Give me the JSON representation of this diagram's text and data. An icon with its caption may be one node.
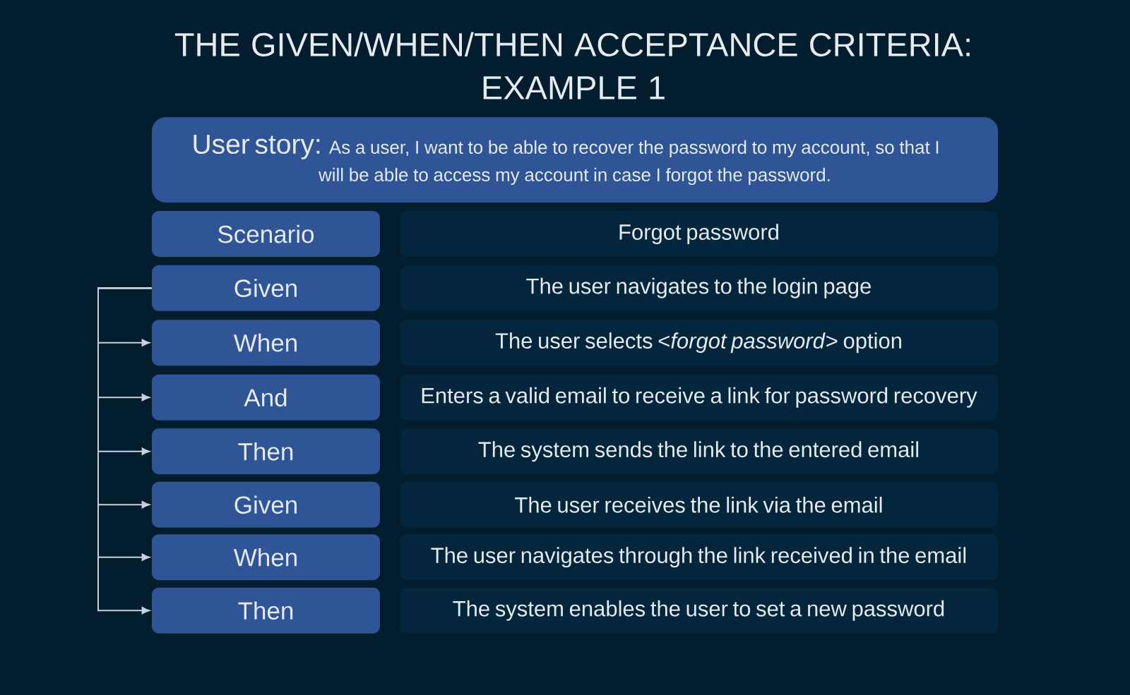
{
  "diagram": {
    "title": "THE GIVEN/WHEN/THEN ACCEPTANCE CRITERIA: EXAMPLE 1",
    "nodes": [
      {
        "text": [
          "User story:",
          "As a user, I want to be able to recover the password to my account, so that I will be able to access my account in case I forgot the password."
        ]
      },
      {
        "text": [
          "Scenario"
        ]
      },
      {
        "text": [
          "Forgot password"
        ]
      },
      {
        "text": [
          "Given"
        ]
      },
      {
        "text": [
          "The user navigates to the login page"
        ]
      },
      {
        "text": [
          "When"
        ]
      },
      {
        "text": [
          "The user selects <*forgot password*> option"
        ]
      },
      {
        "text": [
          "And"
        ]
      },
      {
        "text": [
          "Enters a valid email to receive a link for password recovery"
        ]
      },
      {
        "text": [
          "Then"
        ]
      },
      {
        "text": [
          "The system sends the link to the entered email"
        ]
      },
      {
        "text": [
          "Given"
        ]
      },
      {
        "text": [
          "The user receives the link via the email"
        ]
      },
      {
        "text": [
          "When"
        ]
      },
      {
        "text": [
          "The user navigates through the link received in the email"
        ]
      },
      {
        "text": [
          "Then"
        ]
      },
      {
        "text": [
          "The system enables the user to set a new password"
        ]
      }
    ],
    "edges": [
      {
        "from": 3,
        "to": 5,
        "arrow": "to"
      },
      {
        "from": 3,
        "to": 7,
        "arrow": "to"
      },
      {
        "from": 3,
        "to": 9,
        "arrow": "to"
      },
      {
        "from": 3,
        "to": 11,
        "arrow": "to"
      },
      {
        "from": 3,
        "to": 13,
        "arrow": "to"
      },
      {
        "from": 3,
        "to": 15,
        "arrow": "to"
      }
    ]
  }
}
